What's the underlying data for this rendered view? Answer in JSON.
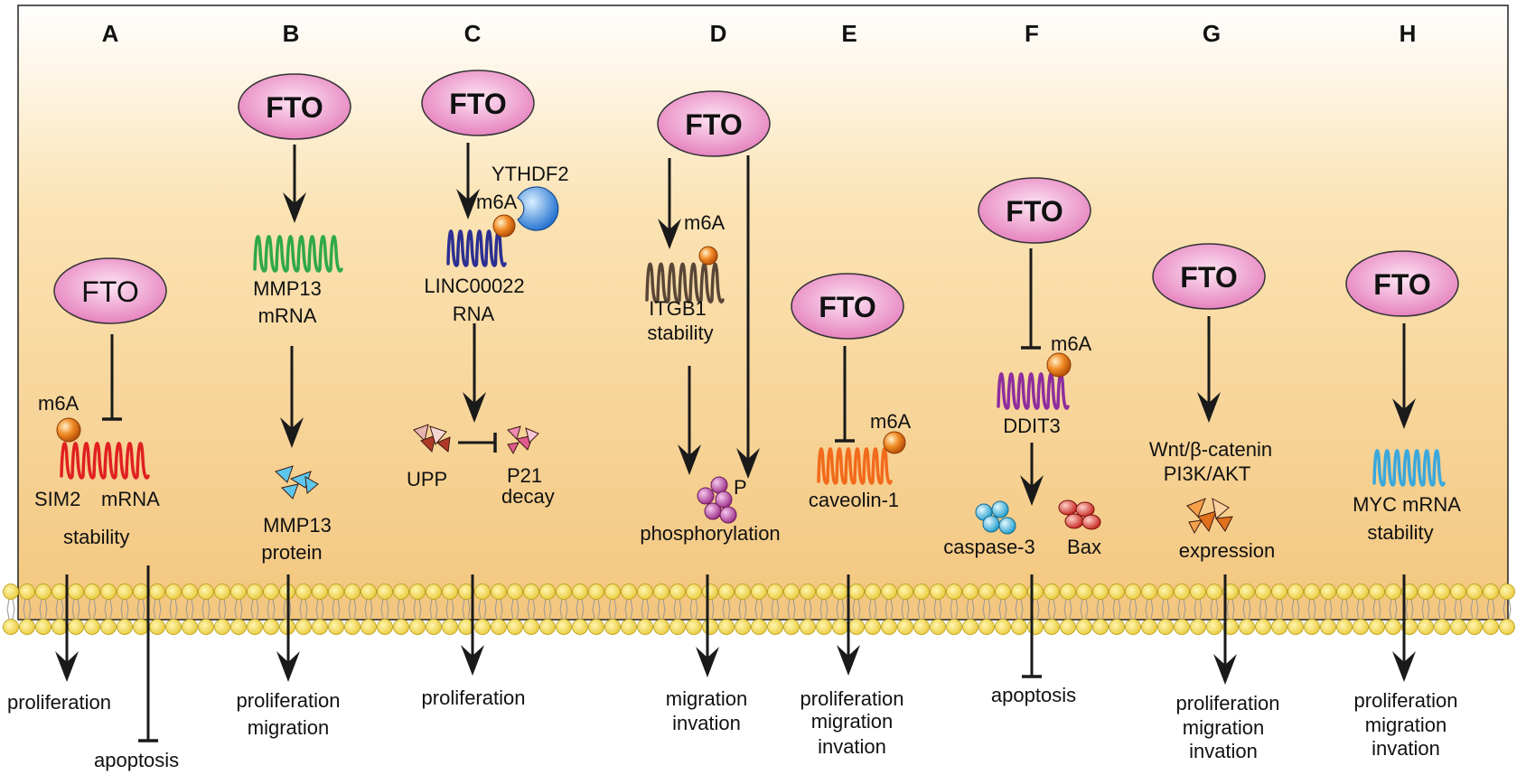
{
  "colors": {
    "panel_top": "#ffffff",
    "panel_bottom": "#f3c67e",
    "fto_fill_center": "#fbd3ec",
    "fto_fill_edge": "#e57fbd",
    "lipid_head": "#f2d64b",
    "arrow": "#1a1a1a",
    "m6a_dot": "#f08a24",
    "ythdf2": "#3a8fe0",
    "mrna_sim2": "#e02020",
    "mrna_mmp13": "#2fa84a",
    "mrna_linc": "#2b2f91",
    "mrna_itgb1": "#5a4636",
    "mrna_caveolin": "#f26a1b",
    "mrna_ddit3": "#8e2e9e",
    "mrna_myc": "#3aa8dc",
    "caspase": "#3cb7e6",
    "bax": "#e0322a",
    "phospho": "#b03a9c"
  },
  "panels": [
    {
      "letter": "A",
      "fto": "FTO",
      "m6a": "m6A",
      "rna_label_1": "SIM2",
      "rna_label_2": "mRNA",
      "effect": "stability",
      "outcome_1": "proliferation",
      "outcome_2": "apoptosis"
    },
    {
      "letter": "B",
      "fto": "FTO",
      "rna_label_1": "MMP13",
      "rna_label_2": "mRNA",
      "protein_1": "MMP13",
      "protein_2": "protein",
      "outcome_1": "proliferation",
      "outcome_2": "migration"
    },
    {
      "letter": "C",
      "fto": "FTO",
      "reader": "YTHDF2",
      "m6a": "m6A",
      "rna_label_1": "LINC00022",
      "rna_label_2": "RNA",
      "upp": "UPP",
      "target_1": "P21",
      "target_2": "decay",
      "outcome_1": "proliferation"
    },
    {
      "letter": "D",
      "fto": "FTO",
      "m6a": "m6A",
      "rna_label_1": "ITGB1",
      "rna_label_2": "stability",
      "p_label": "P",
      "effect": "phosphorylation",
      "outcome_1": "migration",
      "outcome_2": "invation"
    },
    {
      "letter": "E",
      "fto": "FTO",
      "m6a": "m6A",
      "rna_label_1": "caveolin-1",
      "outcome_1": "proliferation",
      "outcome_2": "migration",
      "outcome_3": "invation"
    },
    {
      "letter": "F",
      "fto": "FTO",
      "m6a": "m6A",
      "rna_label_1": "DDIT3",
      "caspase": "caspase-3",
      "bax": "Bax",
      "outcome_1": "apoptosis"
    },
    {
      "letter": "G",
      "fto": "FTO",
      "pathway_1": "Wnt/β-catenin",
      "pathway_2": "PI3K/AKT",
      "effect": "expression",
      "outcome_1": "proliferation",
      "outcome_2": "migration",
      "outcome_3": "invation"
    },
    {
      "letter": "H",
      "fto": "FTO",
      "rna_label_1": "MYC mRNA",
      "effect": "stability",
      "outcome_1": "proliferation",
      "outcome_2": "migration",
      "outcome_3": "invation"
    }
  ]
}
